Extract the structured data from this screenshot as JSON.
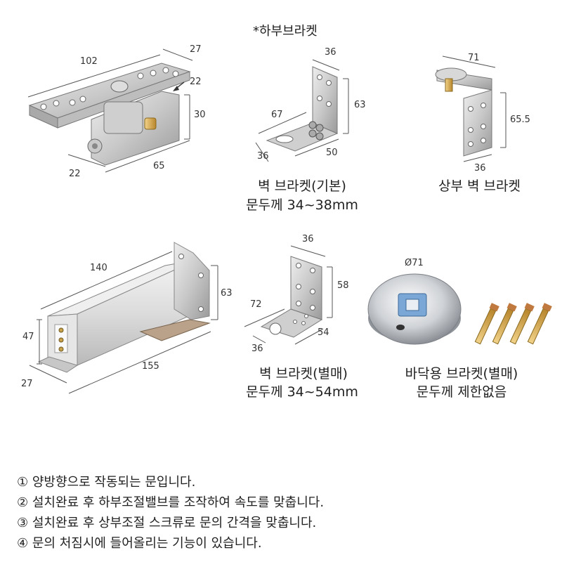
{
  "title": "*하부브라켓",
  "products": {
    "bottom_pivot": {
      "dims": [
        "102",
        "27",
        "22",
        "30",
        "22",
        "65"
      ]
    },
    "wall_bracket_basic": {
      "dims": [
        "36",
        "63",
        "67",
        "36",
        "50"
      ],
      "caption_line1": "벽 브라켓(기본)",
      "caption_line2": "문두께 34~38mm"
    },
    "upper_wall_bracket": {
      "dims": [
        "71",
        "65.5",
        "36"
      ],
      "caption_line1": "상부 벽 브라켓"
    },
    "door_closer": {
      "dims": [
        "140",
        "63",
        "47",
        "155",
        "27"
      ]
    },
    "wall_bracket_separate": {
      "dims": [
        "36",
        "58",
        "72",
        "54",
        "36"
      ],
      "caption_line1": "벽 브라켓(별매)",
      "caption_line2": "문두께 34~54mm"
    },
    "floor_bracket": {
      "dims": [
        "Ø71"
      ],
      "caption_line1": "바닥용 브라켓(별매)",
      "caption_line2": "문두께 제한없음"
    }
  },
  "notes": [
    "① 양방향으로 작동되는 문입니다.",
    "② 설치완료 후 하부조절밸브를 조작하여 속도를 맞춥니다.",
    "③ 설치완료 후 상부조절 스크류로 문의 간격을 맞춥니다.",
    "④ 문의 처짐시에 들어올리는 기능이 있습니다."
  ]
}
